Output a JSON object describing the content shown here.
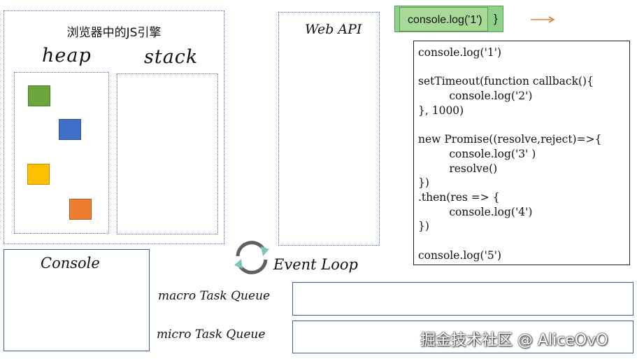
{
  "engine": {
    "title": "浏览器中的JS引擎",
    "heap_label": "heap",
    "stack_label": "stack",
    "heap_objects": [
      {
        "color": "#6aa63c"
      },
      {
        "color": "#3f6fc6"
      },
      {
        "color": "#ffc000"
      },
      {
        "color": "#ed7d31"
      }
    ]
  },
  "web_api": {
    "label": "Web API"
  },
  "current_call": {
    "label": "console.log('1')",
    "brace": "}"
  },
  "arrow": {
    "color": "#d9823b"
  },
  "code": {
    "lines": [
      "console.log('1')",
      "",
      "setTimeout(function callback(){",
      "         console.log('2')",
      "}, 1000)",
      "",
      "new Promise((resolve,reject)=>{",
      "         console.log('3' )",
      "         resolve()",
      "})",
      ".then(res => {",
      "         console.log('4')",
      "})",
      "",
      "console.log('5')"
    ]
  },
  "console_panel": {
    "label": "Console"
  },
  "event_loop": {
    "label": "Event Loop",
    "icon": "refresh-icon",
    "colors": [
      "#606060",
      "#7cc8b8"
    ]
  },
  "queues": {
    "macro_label": "macro Task Queue",
    "micro_label": "micro Task Queue"
  },
  "watermark": {
    "text": "掘金技术社区 @ AliceOvO"
  }
}
